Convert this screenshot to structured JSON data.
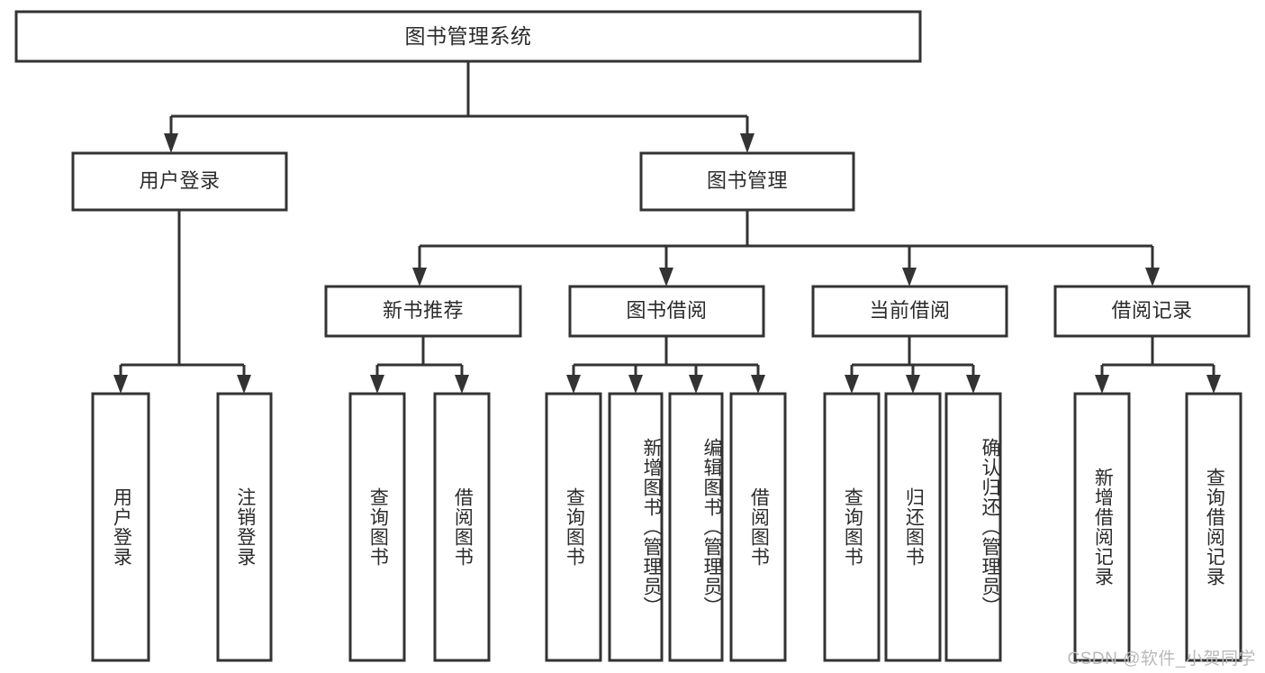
{
  "diagram": {
    "title": "图书管理系统",
    "type": "tree",
    "watermark": "CSDN @软件_小贺同学",
    "stroke_color": "#333333",
    "fill_color": "#ffffff",
    "text_color": "#2b2b2b",
    "watermark_color": "#b9b9b9",
    "nodes": {
      "root": "图书管理系统",
      "level2": {
        "user_login": "用户登录",
        "book_manage": "图书管理"
      },
      "level3": {
        "new_book_recommend": "新书推荐",
        "book_borrow": "图书借阅",
        "current_borrow": "当前借阅",
        "borrow_record": "借阅记录"
      },
      "leaves": {
        "user_login_leaf": "用户登录",
        "logout_leaf": "注销登录",
        "query_book_1": "查询图书",
        "borrow_book_1": "借阅图书",
        "query_book_2": "查询图书",
        "add_book_admin": "新增图书（管理员）",
        "edit_book_admin": "编辑图书（管理员）",
        "borrow_book_2": "借阅图书",
        "query_book_3": "查询图书",
        "return_book": "归还图书",
        "confirm_return_admin": "确认归还（管理员）",
        "add_borrow_record": "新增借阅记录",
        "query_borrow_record": "查询借阅记录"
      }
    },
    "edges": [
      {
        "from": "root",
        "to": "user_login"
      },
      {
        "from": "root",
        "to": "book_manage"
      },
      {
        "from": "user_login",
        "to": "user_login_leaf"
      },
      {
        "from": "user_login",
        "to": "logout_leaf"
      },
      {
        "from": "book_manage",
        "to": "new_book_recommend"
      },
      {
        "from": "book_manage",
        "to": "book_borrow"
      },
      {
        "from": "book_manage",
        "to": "current_borrow"
      },
      {
        "from": "book_manage",
        "to": "borrow_record"
      },
      {
        "from": "new_book_recommend",
        "to": "query_book_1"
      },
      {
        "from": "new_book_recommend",
        "to": "borrow_book_1"
      },
      {
        "from": "book_borrow",
        "to": "query_book_2"
      },
      {
        "from": "book_borrow",
        "to": "add_book_admin"
      },
      {
        "from": "book_borrow",
        "to": "edit_book_admin"
      },
      {
        "from": "book_borrow",
        "to": "borrow_book_2"
      },
      {
        "from": "current_borrow",
        "to": "query_book_3"
      },
      {
        "from": "current_borrow",
        "to": "return_book"
      },
      {
        "from": "current_borrow",
        "to": "confirm_return_admin"
      },
      {
        "from": "borrow_record",
        "to": "add_borrow_record"
      },
      {
        "from": "borrow_record",
        "to": "query_borrow_record"
      }
    ]
  }
}
